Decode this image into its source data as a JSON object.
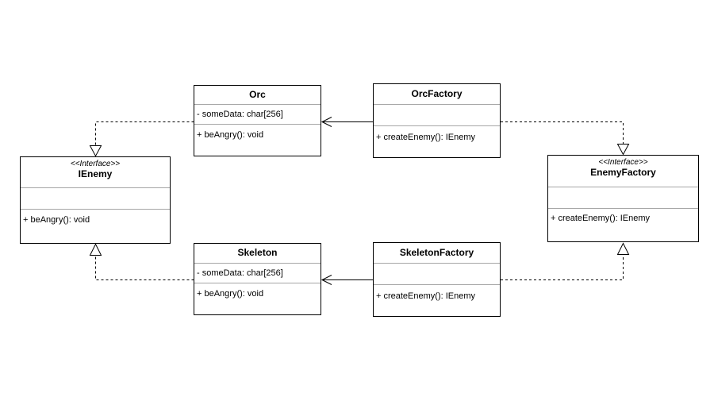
{
  "diagram": {
    "classes": {
      "orc": {
        "name": "Orc",
        "attributes": [
          "- someData: char[256]"
        ],
        "methods": [
          "+ beAngry(): void"
        ]
      },
      "orc_factory": {
        "name": "OrcFactory",
        "attributes": [],
        "methods": [
          "+ createEnemy(): IEnemy"
        ]
      },
      "ienemy": {
        "stereotype": "<<Interface>>",
        "name": "IEnemy",
        "attributes": [],
        "methods": [
          "+ beAngry(): void"
        ]
      },
      "enemy_factory": {
        "stereotype": "<<Interface>>",
        "name": "EnemyFactory",
        "attributes": [],
        "methods": [
          "+ createEnemy(): IEnemy"
        ]
      },
      "skeleton": {
        "name": "Skeleton",
        "attributes": [
          "- someData: char[256]"
        ],
        "methods": [
          "+ beAngry(): void"
        ]
      },
      "skeleton_factory": {
        "name": "SkeletonFactory",
        "attributes": [],
        "methods": [
          "+ createEnemy(): IEnemy"
        ]
      }
    },
    "relations": [
      {
        "from": "Orc",
        "to": "IEnemy",
        "type": "realization"
      },
      {
        "from": "Skeleton",
        "to": "IEnemy",
        "type": "realization"
      },
      {
        "from": "OrcFactory",
        "to": "EnemyFactory",
        "type": "realization"
      },
      {
        "from": "SkeletonFactory",
        "to": "EnemyFactory",
        "type": "realization"
      },
      {
        "from": "OrcFactory",
        "to": "Orc",
        "type": "association"
      },
      {
        "from": "SkeletonFactory",
        "to": "Skeleton",
        "type": "association"
      }
    ],
    "colors": {
      "line": "#000000",
      "divider": "#a6a6a6",
      "background": "#ffffff"
    }
  }
}
